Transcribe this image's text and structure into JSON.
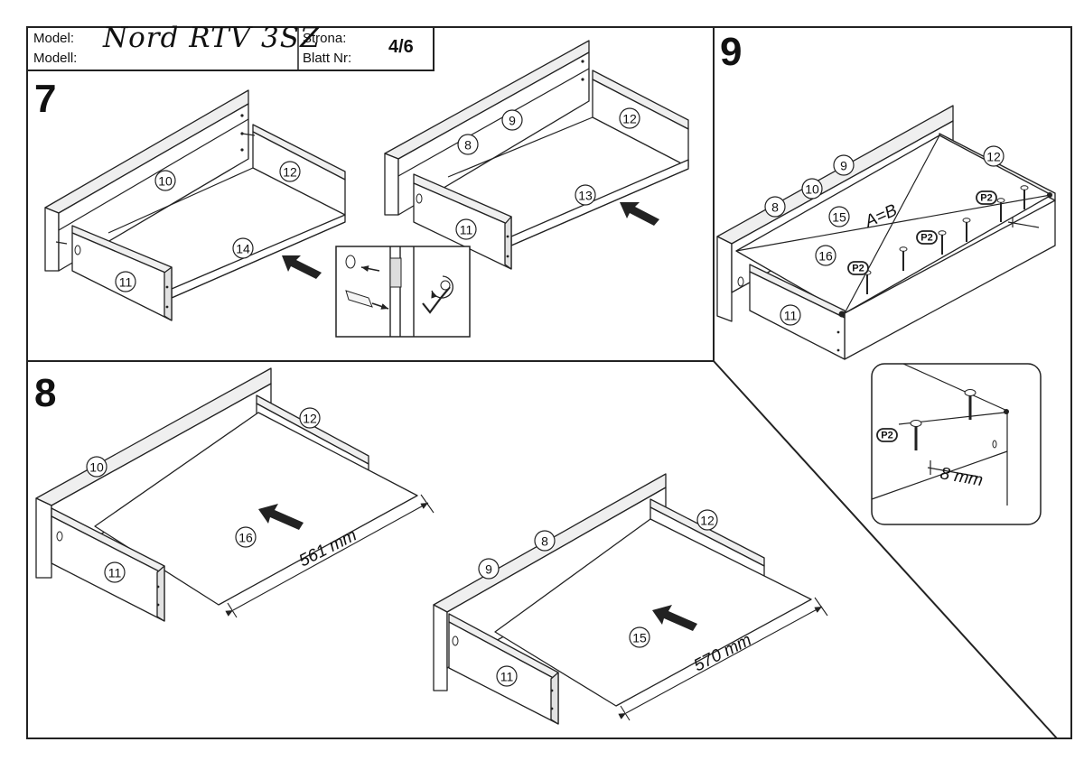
{
  "header": {
    "model_label_pl": "Model:",
    "model_label_de": "Modell:",
    "model_name": "Nord RTV 3SZ",
    "page_label_pl": "Strona:",
    "page_label_de": "Blatt Nr:",
    "page_number": "4/6"
  },
  "steps": {
    "s7": {
      "number": "7",
      "left_parts": [
        "10",
        "12",
        "14",
        "11"
      ],
      "right_parts": [
        "9",
        "8",
        "12",
        "13",
        "11"
      ]
    },
    "s8": {
      "number": "8",
      "left_parts": [
        "10",
        "12",
        "16",
        "11"
      ],
      "left_dimension": "561 mm",
      "right_parts": [
        "9",
        "8",
        "12",
        "15",
        "11"
      ],
      "right_dimension": "570 mm"
    },
    "s9": {
      "number": "9",
      "parts": [
        "9",
        "10",
        "8",
        "12",
        "15",
        "16",
        "11"
      ],
      "diagonal_label": "A=B",
      "screw_code": "P2",
      "detail_dimension": "8 mm"
    }
  },
  "icons": [
    "arrow-icon",
    "dowel-icon",
    "hex-key-icon",
    "screw-icon"
  ]
}
